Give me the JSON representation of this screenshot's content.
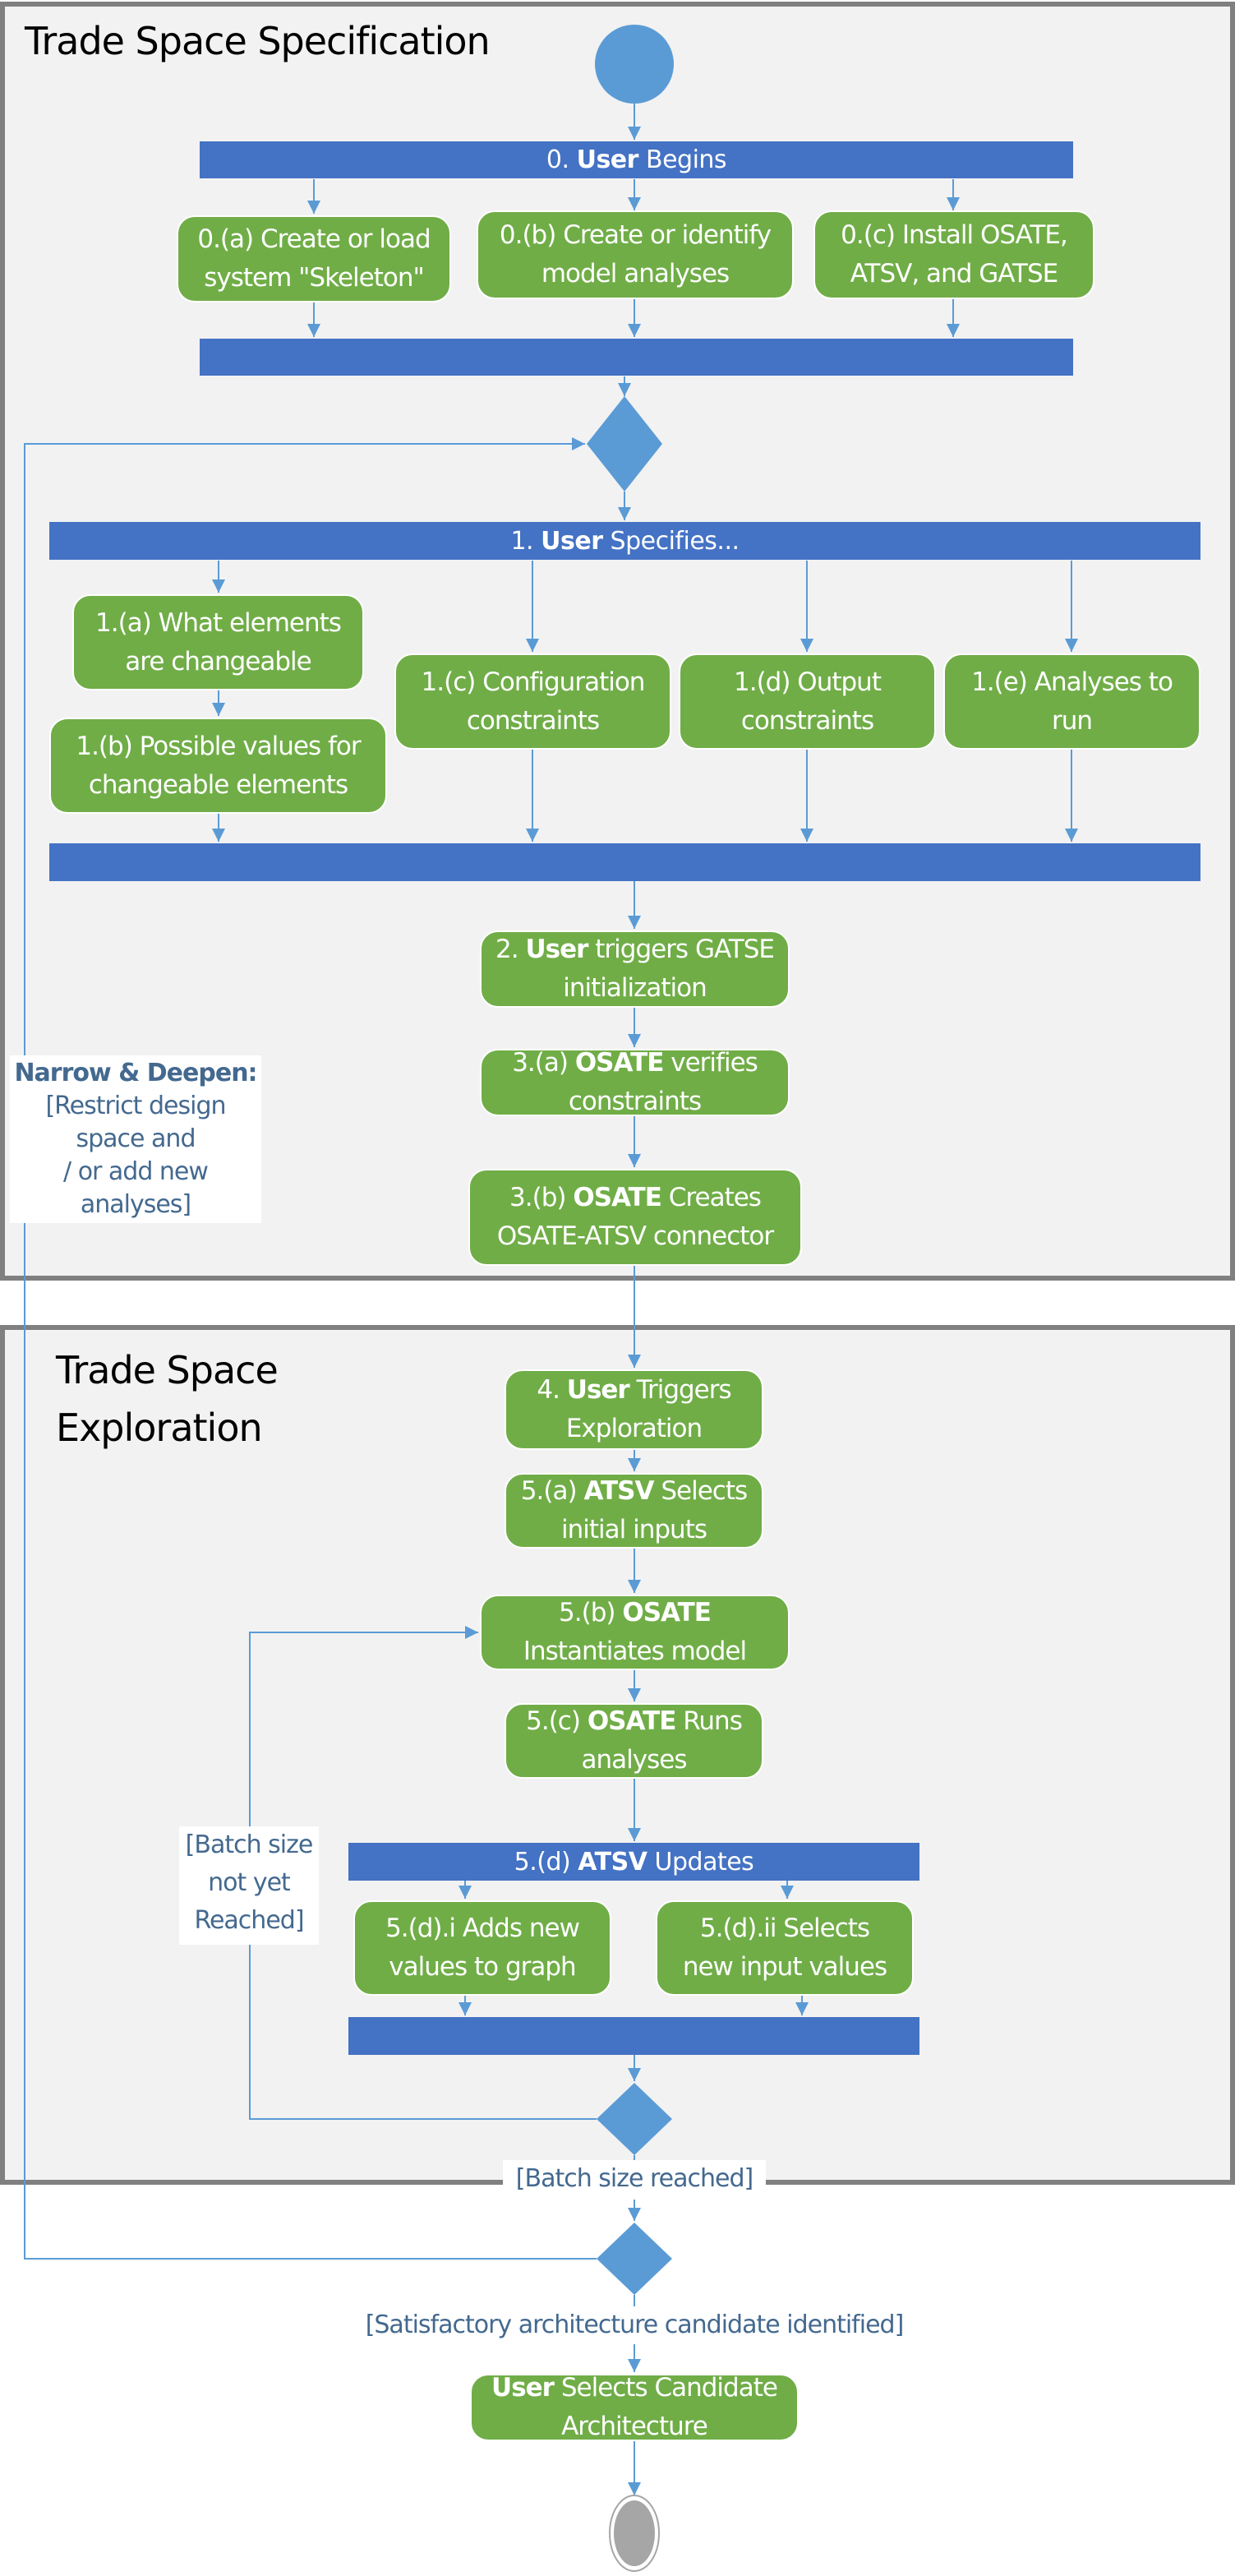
{
  "panels": {
    "specification_title": "Trade Space Specification",
    "exploration_title_line1": "Trade Space",
    "exploration_title_line2": "Exploration"
  },
  "step0": {
    "fork_prefix": "0.",
    "fork_actor": "User",
    "fork_suffix": "Begins",
    "a_line1": "0.(a) Create or load",
    "a_line2": "system \"Skeleton\"",
    "b_line1": "0.(b) Create or identify",
    "b_line2": "model analyses",
    "c_line1": "0.(c) Install OSATE,",
    "c_line2": "ATSV, and GATSE"
  },
  "step1": {
    "fork_prefix": "1.",
    "fork_actor": "User",
    "fork_suffix": "Specifies...",
    "a_line1": "1.(a) What elements",
    "a_line2": "are changeable",
    "b_line1": "1.(b) Possible values for",
    "b_line2": "changeable elements",
    "c_line1": "1.(c) Configuration",
    "c_line2": "constraints",
    "d_line1": "1.(d) Output",
    "d_line2": "constraints",
    "e_line1": "1.(e) Analyses to",
    "e_line2": "run"
  },
  "step2": {
    "prefix": "2.",
    "actor": "User",
    "suffix": "triggers GATSE",
    "line2": "initialization"
  },
  "step3a": {
    "prefix": "3.(a)",
    "actor": "OSATE",
    "suffix": "verifies",
    "line2": "constraints"
  },
  "step3b": {
    "prefix": "3.(b)",
    "actor": "OSATE",
    "suffix": "Creates",
    "line2": "OSATE-ATSV connector"
  },
  "narrow_deepen": {
    "heading": "Narrow & Deepen:",
    "line1": "[Restrict design",
    "line2": "space and",
    "line3": "/ or add new",
    "line4": "analyses]"
  },
  "step4": {
    "prefix": "4.",
    "actor": "User",
    "suffix": "Triggers",
    "line2": "Exploration"
  },
  "step5a": {
    "prefix": "5.(a)",
    "actor": "ATSV",
    "suffix": "Selects",
    "line2": "initial inputs"
  },
  "step5b": {
    "prefix": "5.(b)",
    "actor": "OSATE",
    "line2": "Instantiates model"
  },
  "step5c": {
    "prefix": "5.(c)",
    "actor": "OSATE",
    "suffix": "Runs",
    "line2": "analyses"
  },
  "step5d": {
    "prefix": "5.(d)",
    "actor": "ATSV",
    "suffix": "Updates",
    "i_line1": "5.(d).i Adds new",
    "i_line2": "values to graph",
    "ii_line1": "5.(d).ii Selects",
    "ii_line2": "new input values"
  },
  "guards": {
    "batch_not_reached_1": "[Batch size",
    "batch_not_reached_2": "not yet",
    "batch_not_reached_3": "Reached]",
    "batch_reached": "[Batch size reached]",
    "satisfactory": "[Satisfactory architecture candidate identified]"
  },
  "final": {
    "actor": "User",
    "suffix": "Selects Candidate",
    "line2": "Architecture"
  },
  "colors": {
    "bar": "#4472c4",
    "activity": "#70ad47",
    "node": "#5b9bd5",
    "guard_text": "#44698f",
    "panel_bg": "#f2f2f2",
    "panel_border": "#808080",
    "end_node": "#a6a6a6"
  }
}
